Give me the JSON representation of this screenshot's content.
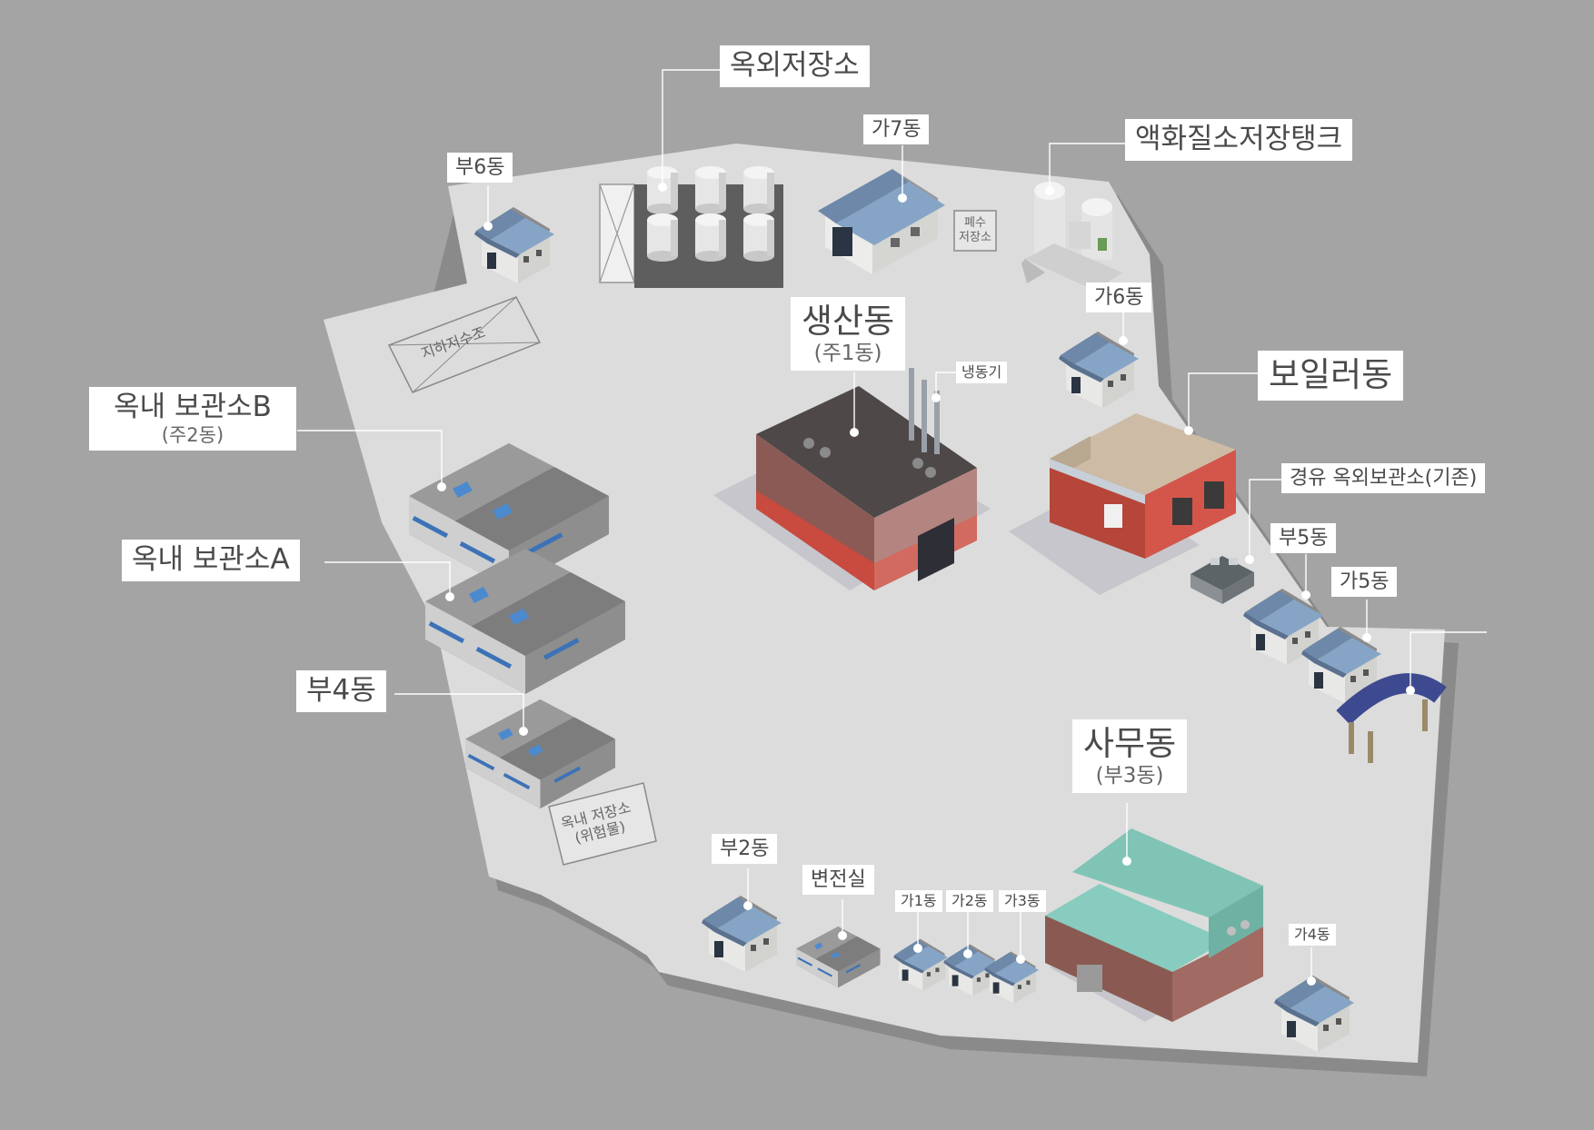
{
  "title": "",
  "labels": {
    "outdoor_storage": "옥외저장소",
    "ga7": "가7동",
    "bu6": "부6동",
    "ln2_tank": "액화질소저장탱크",
    "wastewater": "폐수",
    "wastewater_line2": "저장소",
    "ga6": "가6동",
    "underground_tank": "지하저수조",
    "production": "생산동",
    "production_sub": "(주1동)",
    "refrigerator": "냉동기",
    "boiler": "보일러동",
    "storage_b": "옥내 보관소B",
    "storage_b_sub": "(주2동)",
    "diesel": "경유 옥외보관소(기존)",
    "bu5": "부5동",
    "storage_a": "옥내 보관소A",
    "ga5": "가5동",
    "bu4": "부4동",
    "office": "사무동",
    "office_sub": "(부3동)",
    "hazmat": "옥내 저장소",
    "hazmat_sub": "(위험물)",
    "bu2": "부2동",
    "substation": "변전실",
    "ga1": "가1동",
    "ga2": "가2동",
    "ga3": "가3동",
    "ga4": "가4동"
  },
  "colors": {
    "background": "#a4a4a4",
    "ground": "#dcdcdc",
    "roof_blue": "#7f9dbd",
    "roof_grey": "#8c8c8c",
    "brick": "#8a5a52",
    "red_wall": "#c9463a",
    "office_roof": "#7fc3b5",
    "canopy": "#3e4a90"
  }
}
